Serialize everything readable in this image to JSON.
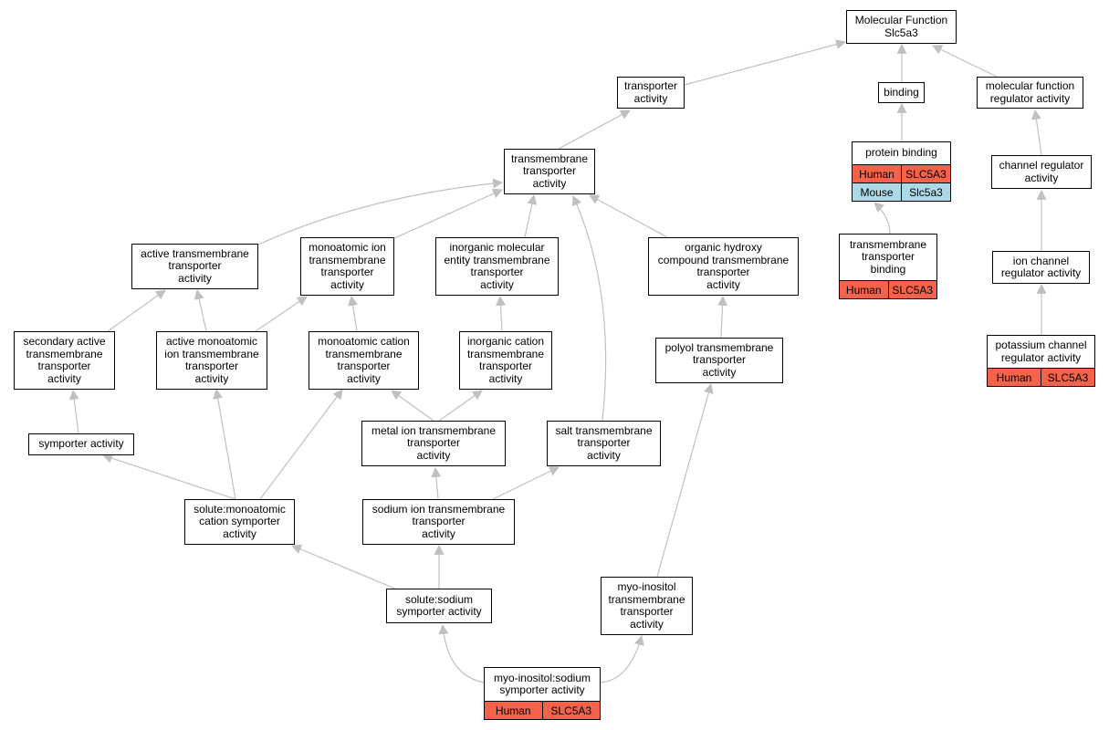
{
  "colors": {
    "edge": "#c0c0c0",
    "human": "#f4624a",
    "mouse": "#add8e6"
  },
  "nodes": {
    "mf": {
      "label": [
        "Molecular Function",
        "Slc5a3"
      ]
    },
    "ta": {
      "label": [
        "transporter",
        "activity"
      ]
    },
    "bind": {
      "label": [
        "binding"
      ]
    },
    "mfra": {
      "label": [
        "molecular function",
        "regulator activity"
      ]
    },
    "tta": {
      "label": [
        "transmembrane",
        "transporter",
        "activity"
      ]
    },
    "pb": {
      "label": [
        "protein binding"
      ],
      "annotations": [
        [
          "Human",
          "SLC5A3"
        ],
        [
          "Mouse",
          "Slc5a3"
        ]
      ]
    },
    "cra": {
      "label": [
        "channel regulator",
        "activity"
      ]
    },
    "atta": {
      "label": [
        "active transmembrane",
        "transporter",
        "activity"
      ]
    },
    "mitta": {
      "label": [
        "monoatomic ion",
        "transmembrane",
        "transporter",
        "activity"
      ]
    },
    "imetta": {
      "label": [
        "inorganic molecular",
        "entity transmembrane",
        "transporter",
        "activity"
      ]
    },
    "ohcta": {
      "label": [
        "organic hydroxy",
        "compound transmembrane",
        "transporter",
        "activity"
      ]
    },
    "ttb": {
      "label": [
        "transmembrane",
        "transporter",
        "binding"
      ],
      "annotations": [
        [
          "Human",
          "SLC5A3"
        ]
      ]
    },
    "icra": {
      "label": [
        "ion channel",
        "regulator activity"
      ]
    },
    "satta": {
      "label": [
        "secondary active",
        "transmembrane",
        "transporter",
        "activity"
      ]
    },
    "amitta": {
      "label": [
        "active monoatomic",
        "ion transmembrane",
        "transporter",
        "activity"
      ]
    },
    "mctta": {
      "label": [
        "monoatomic cation",
        "transmembrane",
        "transporter",
        "activity"
      ]
    },
    "icta": {
      "label": [
        "inorganic cation",
        "transmembrane",
        "transporter",
        "activity"
      ]
    },
    "pta": {
      "label": [
        "polyol transmembrane",
        "transporter",
        "activity"
      ]
    },
    "pcra": {
      "label": [
        "potassium channel",
        "regulator activity"
      ],
      "annotations": [
        [
          "Human",
          "SLC5A3"
        ]
      ]
    },
    "sym": {
      "label": [
        "symporter activity"
      ]
    },
    "mita": {
      "label": [
        "metal ion transmembrane",
        "transporter",
        "activity"
      ]
    },
    "salt": {
      "label": [
        "salt transmembrane",
        "transporter",
        "activity"
      ]
    },
    "smcs": {
      "label": [
        "solute:monoatomic",
        "cation symporter",
        "activity"
      ]
    },
    "sita": {
      "label": [
        "sodium ion transmembrane",
        "transporter",
        "activity"
      ]
    },
    "ssa": {
      "label": [
        "solute:sodium",
        "symporter activity"
      ]
    },
    "mitt": {
      "label": [
        "myo-inositol",
        "transmembrane",
        "transporter",
        "activity"
      ]
    },
    "miss": {
      "label": [
        "myo-inositol:sodium",
        "symporter activity"
      ],
      "annotations": [
        [
          "Human",
          "SLC5A3"
        ]
      ]
    }
  }
}
